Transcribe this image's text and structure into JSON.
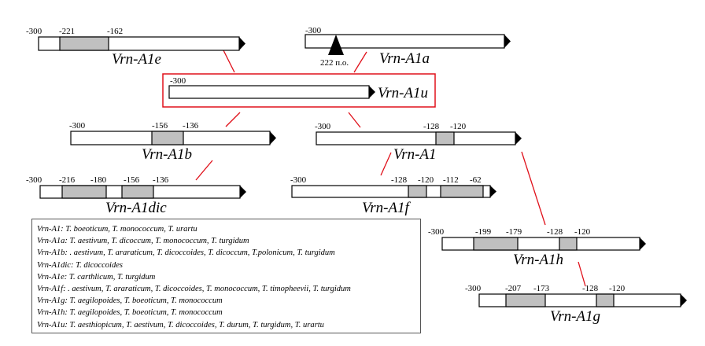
{
  "constructs": [
    {
      "id": "a1e",
      "label": "Vrn-A1e",
      "marks": [
        "-300",
        "-221",
        "-162"
      ]
    },
    {
      "id": "a1a",
      "label": "Vrn-A1a",
      "marks": [
        "-300"
      ],
      "insert_label": "222 п.о."
    },
    {
      "id": "a1u",
      "label": "Vrn-A1u",
      "marks": [
        "-300"
      ]
    },
    {
      "id": "a1b",
      "label": "Vrn-A1b",
      "marks": [
        "-300",
        "-156",
        "-136"
      ]
    },
    {
      "id": "a1",
      "label": "Vrn-A1",
      "marks": [
        "-300",
        "-128",
        "-120"
      ]
    },
    {
      "id": "a1dic",
      "label": "Vrn-A1dic",
      "marks": [
        "-300",
        "-216",
        "-180",
        "-156",
        "-136"
      ]
    },
    {
      "id": "a1f",
      "label": "Vrn-A1f",
      "marks": [
        "-300",
        "-128",
        "-120",
        "-112",
        "-62"
      ]
    },
    {
      "id": "a1h",
      "label": "Vrn-A1h",
      "marks": [
        "-300",
        "-199",
        "-179",
        "-128",
        "-120"
      ]
    },
    {
      "id": "a1g",
      "label": "Vrn-A1g",
      "marks": [
        "-300",
        "-207",
        "-173",
        "-128",
        "-120"
      ]
    }
  ],
  "legend": [
    {
      "name": "Vrn-A1",
      "species": ": T. boeoticum, T. monococcum, T. urartu"
    },
    {
      "name": "Vrn-A1a",
      "species": ": T. aestivum, T. dicoccum, T. monococcum, T. turgidum"
    },
    {
      "name": "Vrn-A1b",
      "species": ": . aestivum, T. araraticum, T. dicoccoides, T. dicoccum, T.polonicum, T. turgidum"
    },
    {
      "name": "Vrn-A1dic",
      "species": ": T. dicoccoides"
    },
    {
      "name": "Vrn-A1e",
      "species": ": T. carthlicum, T. turgidum"
    },
    {
      "name": "Vrn-A1f",
      "species": ": . aestivum, T. araraticum, T. dicoccoides, T. monococcum, T. timopheevii, T. turgidum"
    },
    {
      "name": "Vrn-A1g",
      "species": ": T. aegilopoides, T. boeoticum, T. monococcum"
    },
    {
      "name": "Vrn-A1h",
      "species": ": T. aegilopoides, T. boeoticum, T. monococcum"
    },
    {
      "name": "Vrn-A1u",
      "species": ": T. aesthiopicum, T. aestivum, T. dicoccoides, T. durum, T. turgidum, T. urartu"
    }
  ],
  "colors": {
    "link": "#e0101a",
    "shade": "#c0c0c0"
  }
}
